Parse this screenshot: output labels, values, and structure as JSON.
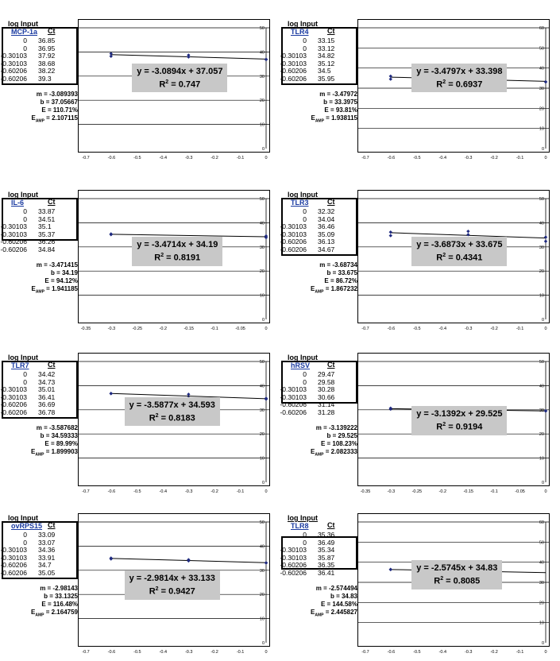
{
  "labels": {
    "log_input": "log Input",
    "ct": "Ct"
  },
  "chart_data": [
    {
      "type": "scatter",
      "gene": "MCP-1a",
      "points": [
        [
          0,
          36.85
        ],
        [
          0,
          36.95
        ],
        [
          -0.30103,
          37.92
        ],
        [
          -0.30103,
          38.68
        ],
        [
          -0.60206,
          38.22
        ],
        [
          -0.60206,
          39.3
        ]
      ],
      "table": [
        [
          "0",
          "36.85"
        ],
        [
          "0",
          "36.95"
        ],
        [
          "-0.30103",
          "37.92"
        ],
        [
          "-0.30103",
          "38.68"
        ],
        [
          "-0.60206",
          "38.22"
        ],
        [
          "-0.60206",
          "39.3"
        ]
      ],
      "trend": {
        "slope": -3.0894,
        "intercept": 37.057
      },
      "equation": "y = -3.0894x + 37.057",
      "r2_text": "0.747",
      "stats": {
        "m": "m = -3.089393",
        "b": "b = 37.05667",
        "e": "E = 110.71%",
        "eamp": "2.107115"
      },
      "xlim": [
        -0.7,
        0
      ],
      "ylim": [
        0,
        50
      ],
      "xticks": [
        "-0.7",
        "-0.6",
        "-0.5",
        "-0.4",
        "-0.3",
        "-0.2",
        "-0.1",
        "0"
      ],
      "yticks": [
        "0",
        "10",
        "20",
        "30",
        "40",
        "50"
      ]
    },
    {
      "type": "scatter",
      "gene": "TLR4",
      "points": [
        [
          0,
          33.15
        ],
        [
          0,
          33.12
        ],
        [
          -0.30103,
          34.82
        ],
        [
          -0.30103,
          35.12
        ],
        [
          -0.60206,
          34.5
        ],
        [
          -0.60206,
          35.95
        ]
      ],
      "table": [
        [
          "0",
          "33.15"
        ],
        [
          "0",
          "33.12"
        ],
        [
          "-0.30103",
          "34.82"
        ],
        [
          "-0.30103",
          "35.12"
        ],
        [
          "-0.60206",
          "34.5"
        ],
        [
          "-0.60206",
          "35.95"
        ]
      ],
      "trend": {
        "slope": -3.4797,
        "intercept": 33.398
      },
      "equation": "y = -3.4797x + 33.398",
      "r2_text": "0.6937",
      "stats": {
        "m": "m = -3.47972",
        "b": "b = 33.3975",
        "e": "E = 93.81%",
        "eamp": "1.938115"
      },
      "xlim": [
        -0.7,
        0
      ],
      "ylim": [
        0,
        60
      ],
      "xticks": [
        "-0.7",
        "-0.6",
        "-0.5",
        "-0.4",
        "-0.3",
        "-0.2",
        "-0.1",
        "0"
      ],
      "yticks": [
        "0",
        "10",
        "20",
        "30",
        "40",
        "50",
        "60"
      ]
    },
    {
      "type": "scatter",
      "gene": "IL-6",
      "points": [
        [
          0,
          33.87
        ],
        [
          0,
          34.51
        ],
        [
          -0.30103,
          35.1
        ],
        [
          -0.30103,
          35.37
        ]
      ],
      "table": [
        [
          "0",
          "33.87"
        ],
        [
          "0",
          "34.51"
        ],
        [
          "-0.30103",
          "35.1"
        ],
        [
          "-0.30103",
          "35.37"
        ],
        [
          "-0.60206",
          "36.26"
        ],
        [
          "-0.60206",
          "34.84"
        ]
      ],
      "trend": {
        "slope": -3.4714,
        "intercept": 34.19
      },
      "equation": "y = -3.4714x + 34.19",
      "r2_text": "0.8191",
      "stats": {
        "m": "m = -3.471415",
        "b": "b = 34.19",
        "e": "E = 94.12%",
        "eamp": "1.941185"
      },
      "xlim": [
        -0.35,
        0
      ],
      "ylim": [
        0,
        50
      ],
      "xticks": [
        "-0.35",
        "-0.3",
        "-0.25",
        "-0.2",
        "-0.15",
        "-0.1",
        "-0.05",
        "0"
      ],
      "yticks": [
        "0",
        "10",
        "20",
        "30",
        "40",
        "50"
      ]
    },
    {
      "type": "scatter",
      "gene": "TLR3",
      "points": [
        [
          0,
          32.32
        ],
        [
          0,
          34.04
        ],
        [
          -0.30103,
          36.46
        ],
        [
          -0.30103,
          35.09
        ],
        [
          -0.60206,
          36.13
        ],
        [
          -0.60206,
          34.67
        ]
      ],
      "table": [
        [
          "0",
          "32.32"
        ],
        [
          "0",
          "34.04"
        ],
        [
          "-0.30103",
          "36.46"
        ],
        [
          "-0.30103",
          "35.09"
        ],
        [
          "-0.60206",
          "36.13"
        ],
        [
          "-0.60206",
          "34.67"
        ]
      ],
      "trend": {
        "slope": -3.6873,
        "intercept": 33.675
      },
      "equation": "y = -3.6873x + 33.675",
      "r2_text": "0.4341",
      "stats": {
        "m": "m = -3.68734",
        "b": "b = 33.675",
        "e": "E = 86.72%",
        "eamp": "1.867232"
      },
      "xlim": [
        -0.7,
        0
      ],
      "ylim": [
        0,
        50
      ],
      "xticks": [
        "-0.7",
        "-0.6",
        "-0.5",
        "-0.4",
        "-0.3",
        "-0.2",
        "-0.1",
        "0"
      ],
      "yticks": [
        "0",
        "10",
        "20",
        "30",
        "40",
        "50"
      ]
    },
    {
      "type": "scatter",
      "gene": "TLR7",
      "points": [
        [
          0,
          34.42
        ],
        [
          0,
          34.73
        ],
        [
          -0.30103,
          35.01
        ],
        [
          -0.30103,
          36.41
        ],
        [
          -0.60206,
          36.69
        ],
        [
          -0.60206,
          36.78
        ]
      ],
      "table": [
        [
          "0",
          "34.42"
        ],
        [
          "0",
          "34.73"
        ],
        [
          "-0.30103",
          "35.01"
        ],
        [
          "-0.30103",
          "36.41"
        ],
        [
          "-0.60206",
          "36.69"
        ],
        [
          "-0.60206",
          "36.78"
        ]
      ],
      "trend": {
        "slope": -3.5877,
        "intercept": 34.593
      },
      "equation": "y = -3.5877x + 34.593",
      "r2_text": "0.8183",
      "stats": {
        "m": "m = -3.587682",
        "b": "b = 34.59333",
        "e": "E = 89.99%",
        "eamp": "1.899903"
      },
      "xlim": [
        -0.7,
        0
      ],
      "ylim": [
        0,
        50
      ],
      "xticks": [
        "-0.7",
        "-0.6",
        "-0.5",
        "-0.4",
        "-0.3",
        "-0.2",
        "-0.1",
        "0"
      ],
      "yticks": [
        "0",
        "10",
        "20",
        "30",
        "40",
        "50"
      ]
    },
    {
      "type": "scatter",
      "gene": "hRSV",
      "points": [
        [
          0,
          29.47
        ],
        [
          0,
          29.58
        ],
        [
          -0.30103,
          30.28
        ],
        [
          -0.30103,
          30.66
        ]
      ],
      "table": [
        [
          "0",
          "29.47"
        ],
        [
          "0",
          "29.58"
        ],
        [
          "-0.30103",
          "30.28"
        ],
        [
          "-0.30103",
          "30.66"
        ],
        [
          "-0.60206",
          "31.14"
        ],
        [
          "-0.60206",
          "31.28"
        ]
      ],
      "trend": {
        "slope": -3.1392,
        "intercept": 29.525
      },
      "equation": "y = -3.1392x + 29.525",
      "r2_text": "0.9194",
      "stats": {
        "m": "m = -3.139222",
        "b": "b = 29.525",
        "e": "E = 108.23%",
        "eamp": "2.082333"
      },
      "xlim": [
        -0.35,
        0
      ],
      "ylim": [
        0,
        50
      ],
      "xticks": [
        "-0.35",
        "-0.3",
        "-0.25",
        "-0.2",
        "-0.15",
        "-0.1",
        "-0.05",
        "0"
      ],
      "yticks": [
        "0",
        "10",
        "20",
        "30",
        "40",
        "50"
      ]
    },
    {
      "type": "scatter",
      "gene": "ovRPS15",
      "points": [
        [
          0,
          33.09
        ],
        [
          0,
          33.07
        ],
        [
          -0.30103,
          34.36
        ],
        [
          -0.30103,
          33.91
        ],
        [
          -0.60206,
          34.7
        ],
        [
          -0.60206,
          35.05
        ]
      ],
      "table": [
        [
          "0",
          "33.09"
        ],
        [
          "0",
          "33.07"
        ],
        [
          "-0.30103",
          "34.36"
        ],
        [
          "-0.30103",
          "33.91"
        ],
        [
          "-0.60206",
          "34.7"
        ],
        [
          "-0.60206",
          "35.05"
        ]
      ],
      "trend": {
        "slope": -2.9814,
        "intercept": 33.133
      },
      "equation": "y = -2.9814x + 33.133",
      "r2_text": "0.9427",
      "stats": {
        "m": "m = -2.98143",
        "b": "b = 33.1325",
        "e": "E = 116.48%",
        "eamp": "2.164759"
      },
      "xlim": [
        -0.7,
        0
      ],
      "ylim": [
        0,
        50
      ],
      "xticks": [
        "-0.7",
        "-0.6",
        "-0.5",
        "-0.4",
        "-0.3",
        "-0.2",
        "-0.1",
        "0"
      ],
      "yticks": [
        "0",
        "10",
        "20",
        "30",
        "40",
        "50"
      ]
    },
    {
      "type": "scatter",
      "gene": "TLR8",
      "points": [
        [
          -0.30103,
          35.34
        ],
        [
          -0.30103,
          35.87
        ],
        [
          -0.60206,
          36.35
        ],
        [
          -0.60206,
          36.41
        ]
      ],
      "table": [
        [
          "0",
          "35.36"
        ],
        [
          "0",
          "36.49"
        ],
        [
          "-0.30103",
          "35.34"
        ],
        [
          "-0.30103",
          "35.87"
        ],
        [
          "-0.60206",
          "36.35"
        ],
        [
          "-0.60206",
          "36.41"
        ]
      ],
      "trend": {
        "slope": -2.5745,
        "intercept": 34.83
      },
      "equation": "y = -2.5745x + 34.83",
      "r2_text": "0.8085",
      "stats": {
        "m": "m = -2.574494",
        "b": "b = 34.83",
        "e": "E = 144.58%",
        "eamp": "2.445827"
      },
      "xlim": [
        -0.7,
        0
      ],
      "ylim": [
        0,
        60
      ],
      "xticks": [
        "-0.7",
        "-0.6",
        "-0.5",
        "-0.4",
        "-0.3",
        "-0.2",
        "-0.1",
        "0"
      ],
      "yticks": [
        "0",
        "10",
        "20",
        "30",
        "40",
        "50",
        "60"
      ]
    }
  ]
}
